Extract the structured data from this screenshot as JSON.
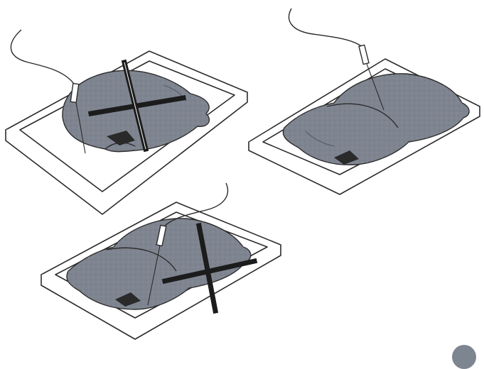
{
  "figure": {
    "panels": [
      {
        "id": "probe-near-surface",
        "verdict": "incorrect",
        "mark": "cross"
      },
      {
        "id": "probe-in-thickest-part",
        "verdict": "correct",
        "mark": "none"
      },
      {
        "id": "probe-through-bird",
        "verdict": "incorrect",
        "mark": "cross"
      }
    ]
  },
  "colors": {
    "outline": "#2b2b2b",
    "tray_fill": "#ffffff",
    "bird_fill": "#7f8590",
    "bird_shadow": "#5d636c",
    "bird_highlight": "#a3a8b0",
    "cross": "#1c1c1c",
    "badge": "#7d8591"
  },
  "icons": [
    "baking-tray",
    "poultry",
    "temperature-probe",
    "cross-mark"
  ]
}
